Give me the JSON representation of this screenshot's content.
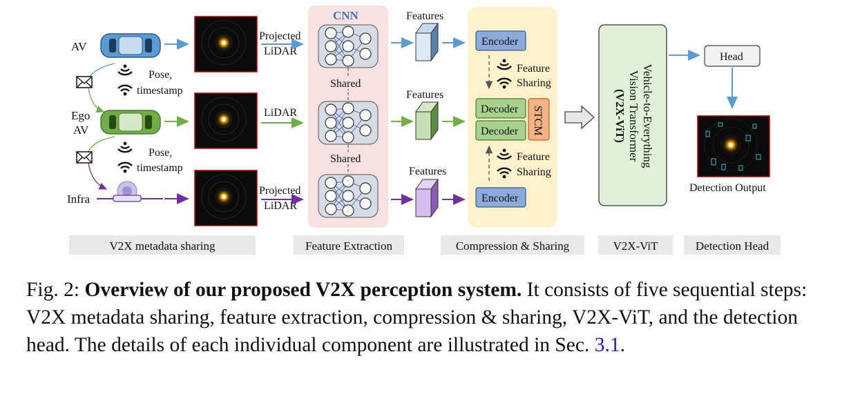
{
  "diagram": {
    "agents": {
      "av": "AV",
      "ego_line1": "Ego",
      "ego_line2": "AV",
      "infra": "Infra"
    },
    "metadata": {
      "pose_top": "Pose,",
      "timestamp_top": "timestamp",
      "pose_bottom": "Pose,",
      "timestamp_bottom": "timestamp"
    },
    "lidar": {
      "projected_top_1": "Projected",
      "projected_top_2": "LiDAR",
      "ego": "LiDAR",
      "projected_bottom_1": "Projected",
      "projected_bottom_2": "LiDAR"
    },
    "cnn": {
      "title": "CNN",
      "shared_1": "Shared",
      "shared_2": "Shared"
    },
    "features": {
      "top": "Features",
      "mid": "Features",
      "bottom": "Features"
    },
    "compression": {
      "encoder_top": "Encoder",
      "feature_sharing_top_1": "Feature",
      "feature_sharing_top_2": "Sharing",
      "decoder_1": "Decoder",
      "decoder_2": "Decoder",
      "stcm": "STCM",
      "feature_sharing_bottom_1": "Feature",
      "feature_sharing_bottom_2": "Sharing",
      "encoder_bottom": "Encoder"
    },
    "vit": {
      "line1": "Vehicle-to-Everything",
      "line2": "Vision Transformer",
      "line3": "(V2X-ViT)"
    },
    "head": {
      "label": "Head",
      "output_label": "Detection Output"
    },
    "stages": [
      "V2X metadata sharing",
      "Feature Extraction",
      "Compression & Sharing",
      "V2X-ViT",
      "Detection Head"
    ],
    "colors": {
      "blue": "#5b9bd5",
      "green": "#70ad47",
      "purple": "#7030a0",
      "cnn_bg": "#f8e1e1",
      "comp_bg": "#fff1cc",
      "vit_bg": "#e2efd9",
      "encoder": "#8eaadb",
      "decoder": "#a9d18e",
      "stcm": "#f4b183"
    }
  },
  "caption": {
    "fig": "Fig. 2: ",
    "title": "Overview of our proposed V2X perception system.",
    "body": " It consists of five sequential steps: V2X metadata sharing, feature extraction, compression & sharing, V2X-ViT, and the detection head. The details of each individual component are illustrated in Sec. ",
    "ref": "3.1",
    "end": "."
  }
}
